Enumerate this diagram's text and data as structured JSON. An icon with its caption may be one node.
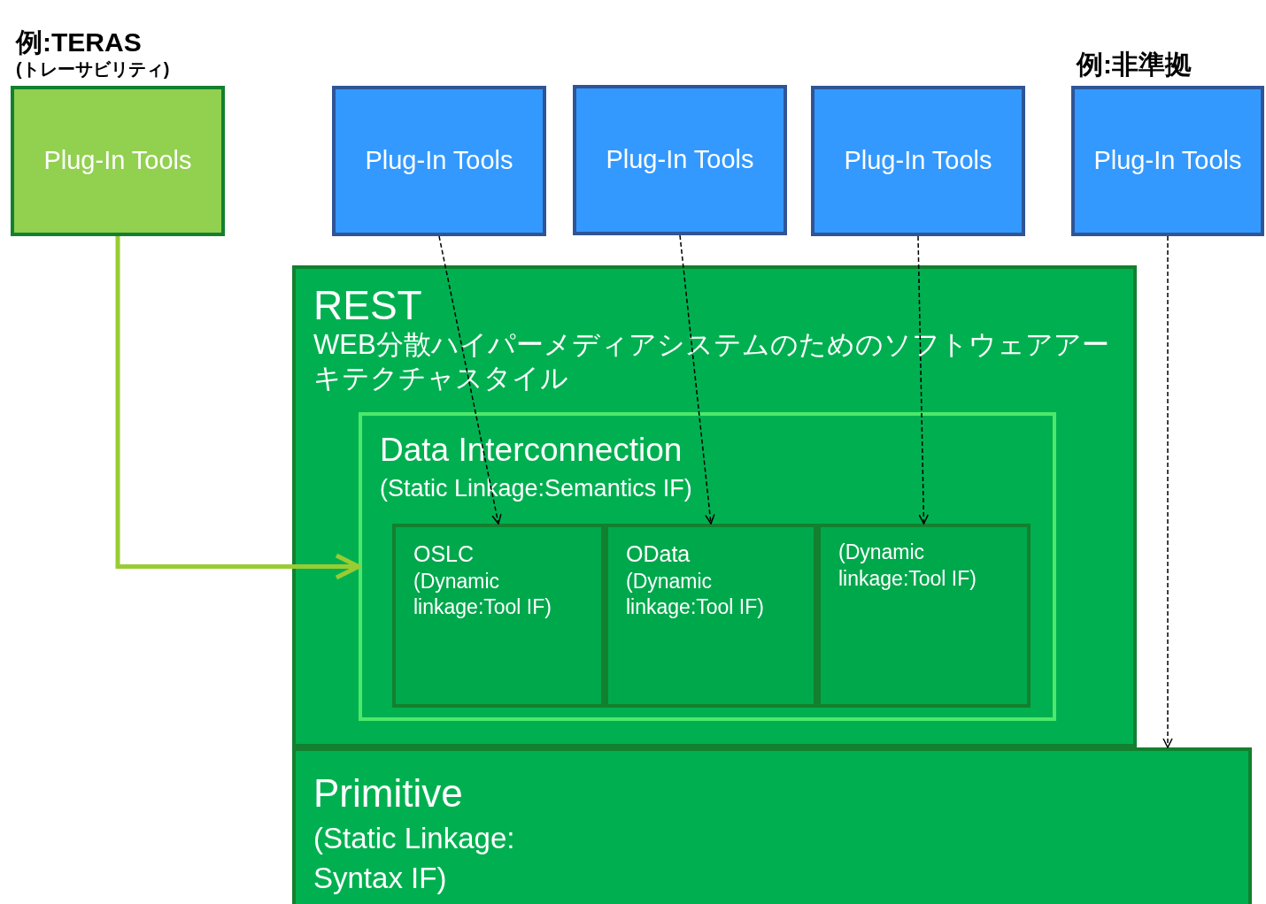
{
  "diagram": {
    "nodes": [
      {
        "text": [
          "例:TERAS",
          "(トレーサビリティ)",
          "Plug-In Tools"
        ]
      },
      {
        "text": [
          "Plug-In Tools"
        ]
      },
      {
        "text": [
          "Plug-In Tools"
        ]
      },
      {
        "text": [
          "Plug-In Tools"
        ]
      },
      {
        "text": [
          "例:非準拠",
          "Plug-In Tools"
        ]
      },
      {
        "text": [
          "REST",
          "WEB分散ハイパーメディアシステムのためのソフトウェアアーキテクチャスタイル"
        ]
      },
      {
        "text": [
          "Data Interconnection",
          "(Static Linkage:Semantics IF)"
        ],
        "in": 5
      },
      {
        "text": [
          "OSLC",
          "(Dynamic linkage:Tool IF)"
        ],
        "in": 6
      },
      {
        "text": [
          "OData",
          "(Dynamic linkage:Tool IF)"
        ],
        "in": 6
      },
      {
        "text": [
          "(Dynamic linkage:Tool IF)"
        ],
        "in": 6
      },
      {
        "text": [
          "Primitive",
          "(Static Linkage: Syntax IF)"
        ]
      }
    ],
    "edges": [
      {
        "from": 0,
        "to": 6,
        "arrow": "to",
        "style": "thick",
        "color": "#99cc33"
      },
      {
        "from": 1,
        "to": 7,
        "arrow": "to",
        "style": "dashed"
      },
      {
        "from": 2,
        "to": 8,
        "arrow": "to",
        "style": "dashed"
      },
      {
        "from": 3,
        "to": 9,
        "arrow": "to",
        "style": "dashed"
      },
      {
        "from": 4,
        "to": 10,
        "arrow": "to",
        "style": "dashed"
      }
    ]
  }
}
